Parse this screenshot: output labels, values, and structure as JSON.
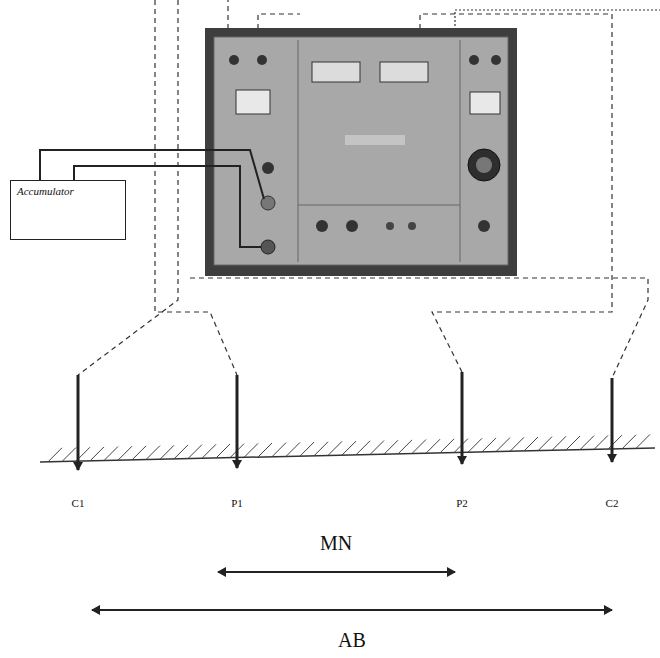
{
  "diagram": {
    "nodes": [
      {
        "text": [
          "Accumulator"
        ]
      }
    ],
    "labels": [
      "C1",
      "P1",
      "P2",
      "C2",
      "MN",
      "AB"
    ]
  }
}
